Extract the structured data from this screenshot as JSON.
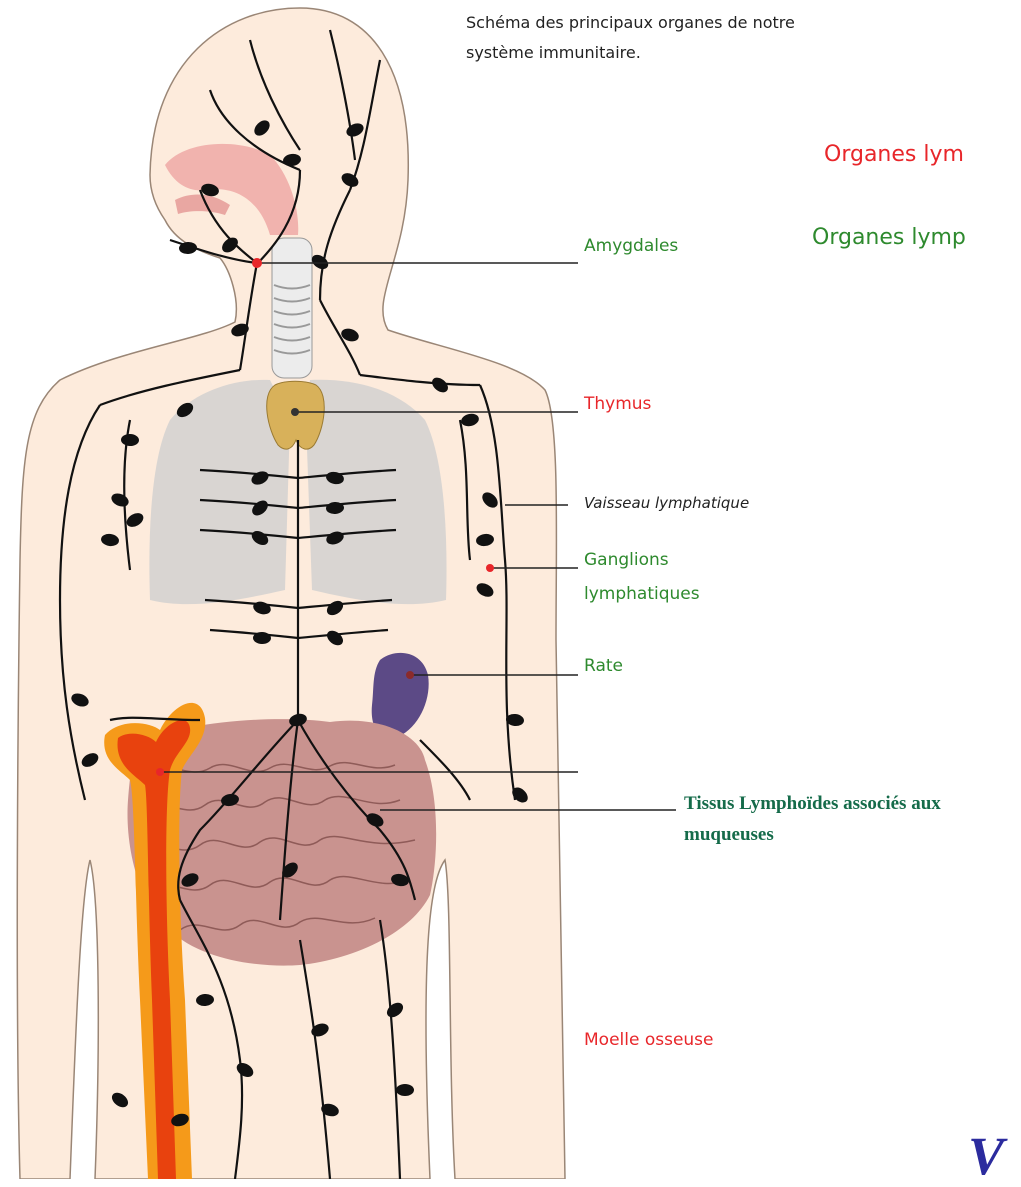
{
  "colors": {
    "primary_organ": "#e8262a",
    "secondary_organ": "#2e8a2e",
    "tissue_label": "#156b4a",
    "neutral": "#222222",
    "corner_text": "#2b2b9e",
    "skin": "#fdebdc",
    "node": "#111111",
    "lung": "#cfcfcf",
    "thymus": "#d8b15a",
    "spleen": "#5c4a86",
    "intestine": "#c9938f",
    "bone_outer": "#f59a1a",
    "bone_inner": "#e8420e"
  },
  "caption": "Schéma  des principaux organes de notre système immunitaire.",
  "legend": {
    "primary_partial": "Organes lym",
    "secondary_partial": "Organes lymp"
  },
  "labels": {
    "amygdales": "Amygdales",
    "thymus": "Thymus",
    "vaisseau": "Vaisseau lymphatique",
    "ganglions": "Ganglions lymphatiques",
    "rate": "Rate",
    "tissus": "Tissus Lymphoïdes associés aux muqueuses",
    "moelle": "Moelle osseuse"
  },
  "corner_text": "V"
}
